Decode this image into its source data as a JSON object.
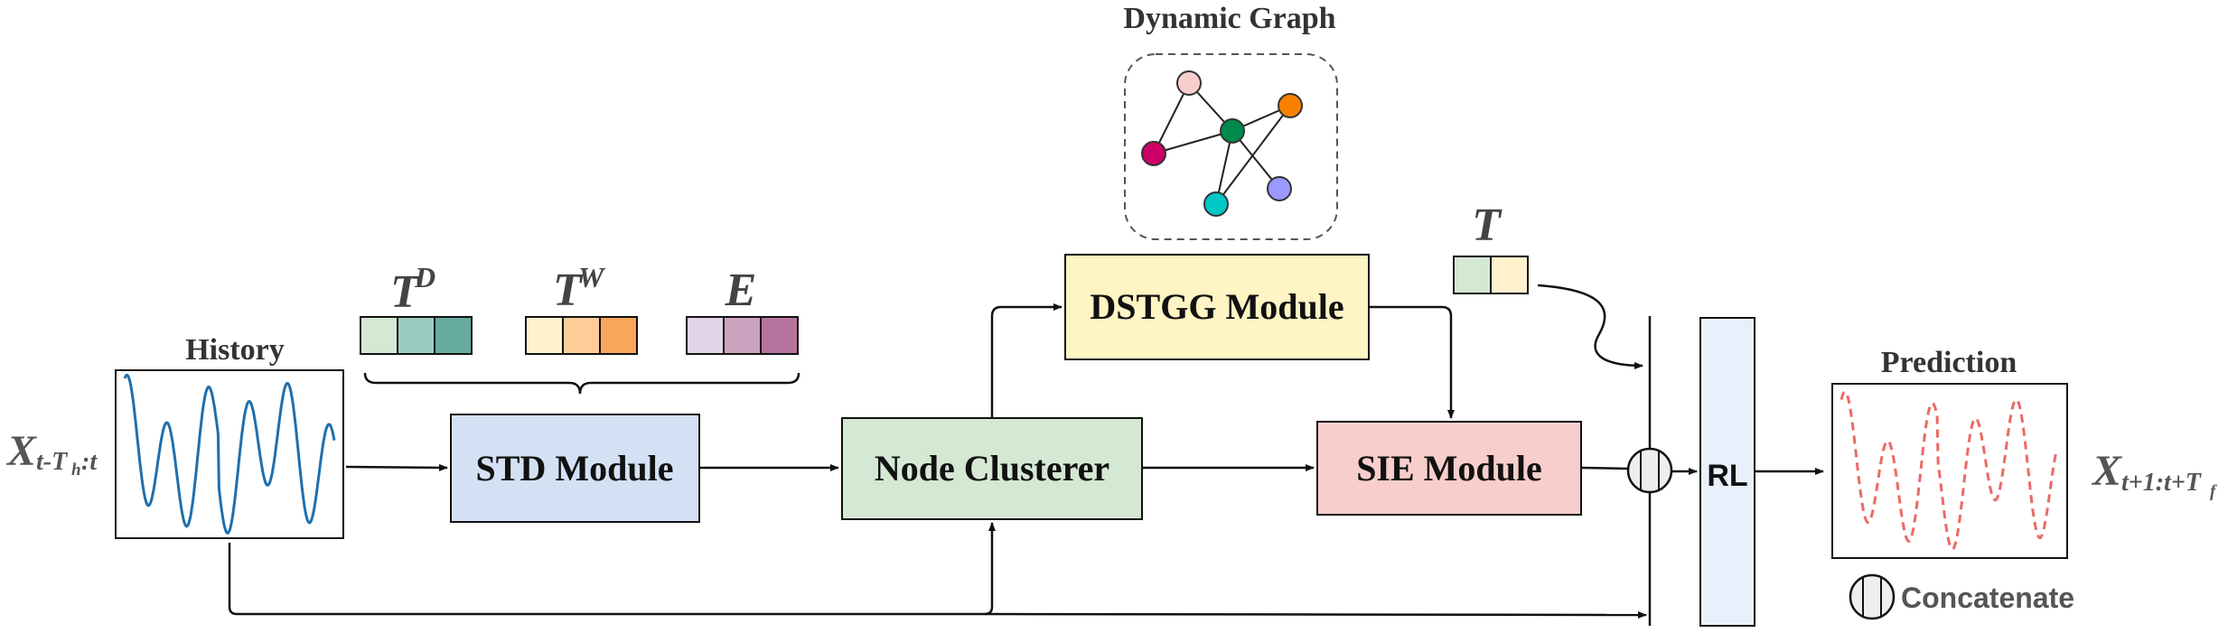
{
  "input_label": {
    "main": "X",
    "sub": "t-T",
    "subsub": "h",
    "tail": ":t"
  },
  "output_label": {
    "main": "X",
    "sub": "t+1:t+T",
    "subsub": "f"
  },
  "history_title": "History",
  "prediction_title": "Prediction",
  "dynamic_graph_title": "Dynamic Graph",
  "modules": {
    "std": "STD Module",
    "node_clusterer": "Node Clusterer",
    "dstgg": "DSTGG Module",
    "sie": "SIE Module",
    "rl": "RL"
  },
  "embeddings": {
    "td": {
      "base": "T",
      "sup": "D",
      "colors": [
        "#d5e8d4",
        "#9ccbc1",
        "#67ab9f"
      ]
    },
    "tw": {
      "base": "T",
      "sup": "W",
      "colors": [
        "#fff2cc",
        "#ffcc99",
        "#f8a65a"
      ]
    },
    "e": {
      "base": "E",
      "colors": [
        "#e1d5e7",
        "#cda2be",
        "#b5739d"
      ]
    },
    "t": {
      "base": "T",
      "colors": [
        "#d5e8d4",
        "#fff2cc"
      ]
    }
  },
  "legend": {
    "concatenate": "Concatenate"
  },
  "colors": {
    "std_fill": "#d4e1f5",
    "node_clusterer_fill": "#d5e8d4",
    "dstgg_fill": "#fff4c3",
    "sie_fill": "#f8cecc",
    "rl_fill": "#e8f0fc",
    "history_line": "#1f6fad",
    "prediction_line": "#ea6b66"
  },
  "graph_nodes": [
    {
      "name": "pink",
      "color": "#f8cecc"
    },
    {
      "name": "orange",
      "color": "#fa8000"
    },
    {
      "name": "green",
      "color": "#008a4c"
    },
    {
      "name": "magenta",
      "color": "#cc0066"
    },
    {
      "name": "purple",
      "color": "#9999ff"
    },
    {
      "name": "cyan",
      "color": "#00c8c8"
    }
  ]
}
